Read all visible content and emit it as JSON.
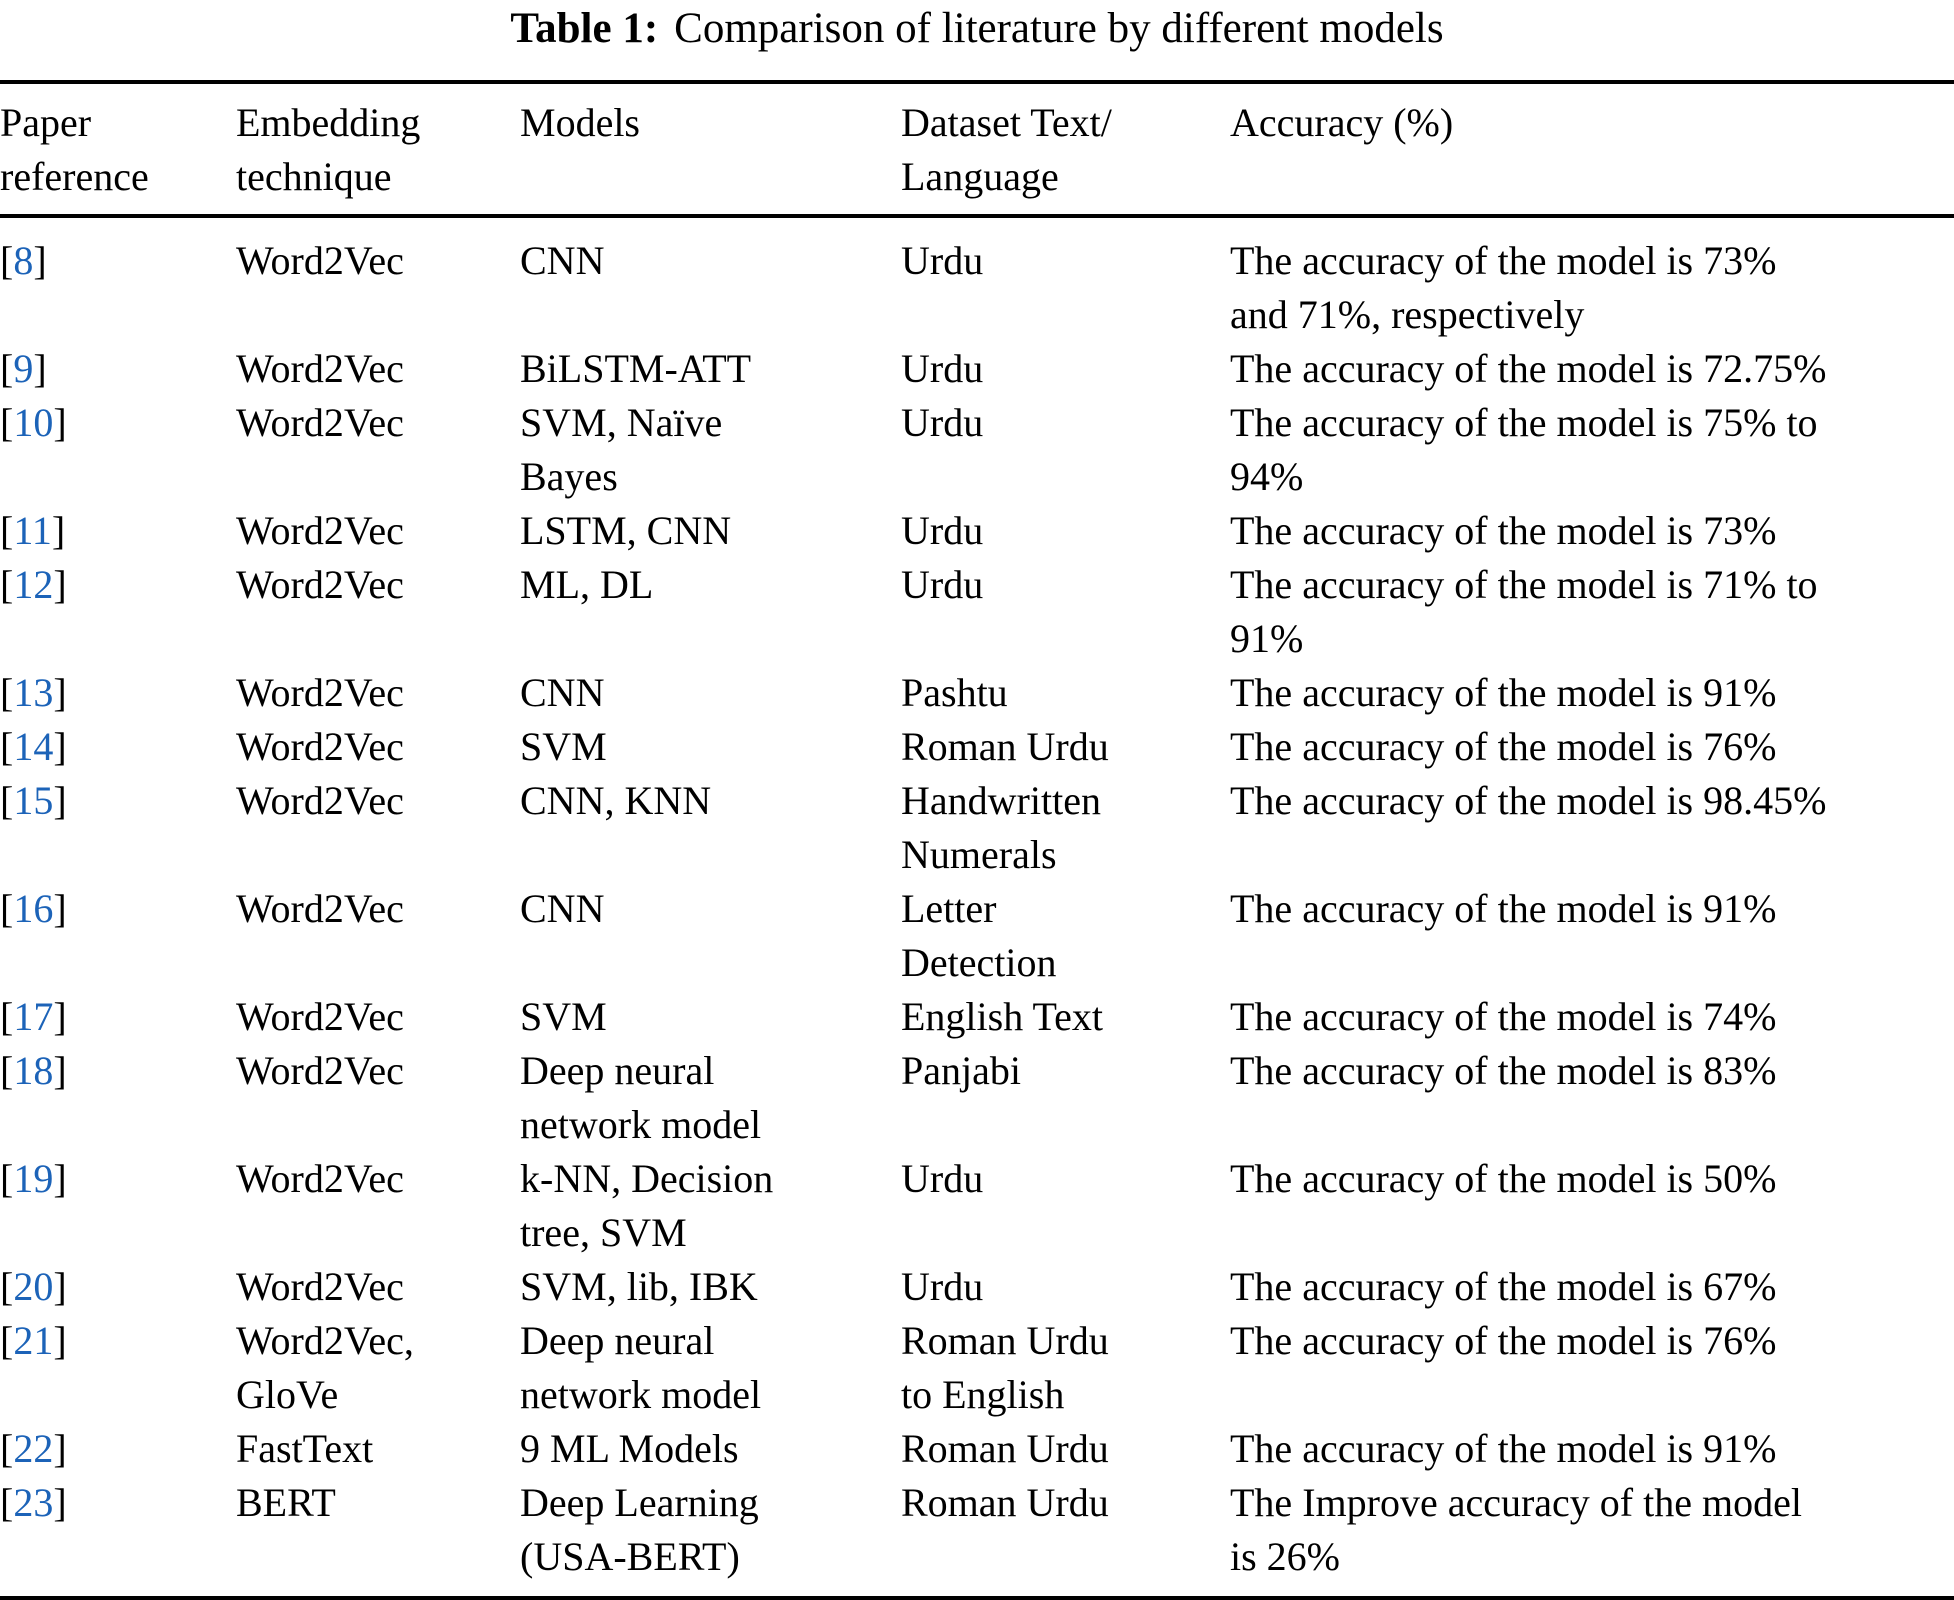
{
  "caption": {
    "label": "Table 1:",
    "text": "Comparison of literature by different models"
  },
  "colors": {
    "reference_link": "#1c63b8",
    "text": "#000000",
    "rule": "#000000",
    "background": "#ffffff"
  },
  "table": {
    "ref_brackets": {
      "open": "[",
      "close": "]"
    },
    "columns": [
      {
        "id": "paper-reference",
        "label": "Paper\nreference"
      },
      {
        "id": "embedding-technique",
        "label": "Embedding\ntechnique"
      },
      {
        "id": "models",
        "label": "Models"
      },
      {
        "id": "dataset-text-language",
        "label": "Dataset Text/\nLanguage"
      },
      {
        "id": "accuracy",
        "label": "Accuracy (%)"
      }
    ],
    "rows": [
      {
        "ref": "8",
        "embedding": "Word2Vec",
        "models": "CNN",
        "dataset": "Urdu",
        "accuracy": "The accuracy of the model is 73%\nand 71%, respectively"
      },
      {
        "ref": "9",
        "embedding": "Word2Vec",
        "models": "BiLSTM-ATT",
        "dataset": "Urdu",
        "accuracy": "The accuracy of the model is 72.75%"
      },
      {
        "ref": "10",
        "embedding": "Word2Vec",
        "models": "SVM, Naïve\nBayes",
        "dataset": "Urdu",
        "accuracy": "The accuracy of the model is 75% to\n94%"
      },
      {
        "ref": "11",
        "embedding": "Word2Vec",
        "models": "LSTM, CNN",
        "dataset": "Urdu",
        "accuracy": "The accuracy of the model is 73%"
      },
      {
        "ref": "12",
        "embedding": "Word2Vec",
        "models": "ML, DL",
        "dataset": "Urdu",
        "accuracy": "The accuracy of the model is 71% to\n91%"
      },
      {
        "ref": "13",
        "embedding": "Word2Vec",
        "models": "CNN",
        "dataset": "Pashtu",
        "accuracy": "The accuracy of the model is 91%"
      },
      {
        "ref": "14",
        "embedding": "Word2Vec",
        "models": "SVM",
        "dataset": "Roman Urdu",
        "accuracy": "The accuracy of the model is 76%"
      },
      {
        "ref": "15",
        "embedding": "Word2Vec",
        "models": "CNN, KNN",
        "dataset": "Handwritten\nNumerals",
        "accuracy": "The accuracy of the model is 98.45%"
      },
      {
        "ref": "16",
        "embedding": "Word2Vec",
        "models": "CNN",
        "dataset": "Letter\nDetection",
        "accuracy": "The accuracy of the model is 91%"
      },
      {
        "ref": "17",
        "embedding": "Word2Vec",
        "models": "SVM",
        "dataset": "English Text",
        "accuracy": "The accuracy of the model is 74%"
      },
      {
        "ref": "18",
        "embedding": "Word2Vec",
        "models": "Deep neural\nnetwork model",
        "dataset": "Panjabi",
        "accuracy": "The accuracy of the model is 83%"
      },
      {
        "ref": "19",
        "embedding": "Word2Vec",
        "models": "k-NN, Decision\ntree, SVM",
        "dataset": "Urdu",
        "accuracy": "The accuracy of the model is 50%"
      },
      {
        "ref": "20",
        "embedding": "Word2Vec",
        "models": "SVM, lib, IBK",
        "dataset": "Urdu",
        "accuracy": "The accuracy of the model is 67%"
      },
      {
        "ref": "21",
        "embedding": "Word2Vec,\nGloVe",
        "models": "Deep neural\nnetwork model",
        "dataset": "Roman Urdu\nto English",
        "accuracy": "The accuracy of the model is 76%"
      },
      {
        "ref": "22",
        "embedding": "FastText",
        "models": "9 ML Models",
        "dataset": "Roman Urdu",
        "accuracy": "The accuracy of the model is 91%"
      },
      {
        "ref": "23",
        "embedding": "BERT",
        "models": "Deep Learning\n(USA-BERT)",
        "dataset": "Roman Urdu",
        "accuracy": "The Improve accuracy of the model\nis 26%"
      }
    ]
  }
}
